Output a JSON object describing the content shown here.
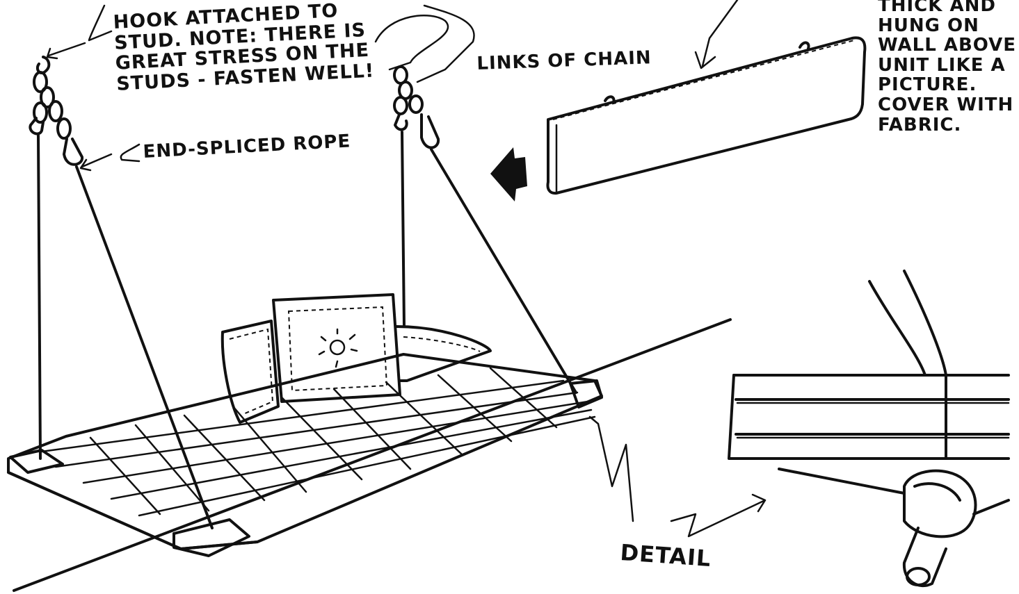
{
  "labels": {
    "hook_note": "Hook attached to stud. Note: there is great stress on the studs - fasten well!",
    "rope": "End-spliced rope",
    "chain": "Links of chain",
    "board": "Thick and hung on wall above unit like a picture. Cover with fabric.",
    "detail": "Detail"
  },
  "icons": {
    "arrow": "left-arrow-icon",
    "sun": "sun-icon",
    "knot": "rope-knot-icon"
  }
}
